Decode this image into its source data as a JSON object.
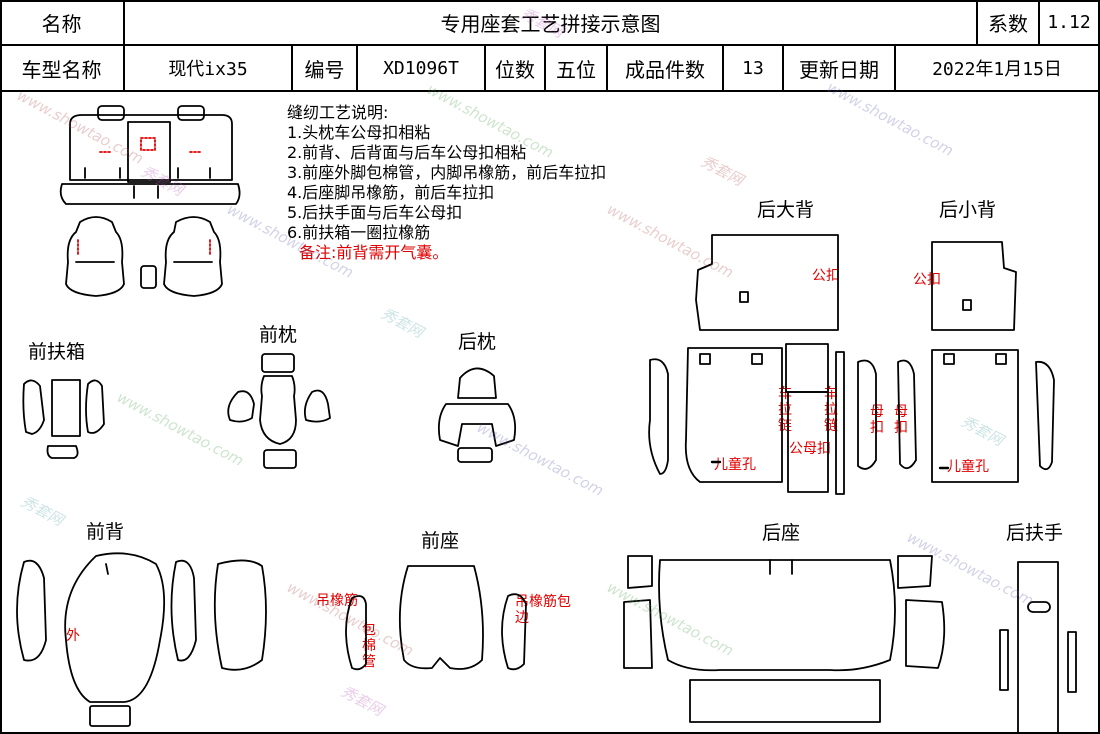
{
  "header": {
    "name_label": "名称",
    "title": "专用座套工艺拼接示意图",
    "coef_label": "系数",
    "coef_value": "1.12",
    "model_label": "车型名称",
    "model_value": "现代ix35",
    "code_label": "编号",
    "code_value": "XD1096T",
    "seats_label": "位数",
    "seats_value": "五位",
    "pieces_label": "成品件数",
    "pieces_value": "13",
    "date_label": "更新日期",
    "date_value": "2022年1月15日"
  },
  "notes": {
    "heading": "缝纫工艺说明:",
    "lines": [
      "1.头枕车公母扣相粘",
      "2.前背、后背面与后车公母扣相粘",
      "3.前座外脚包棉管，内脚吊橡筋，前后车拉扣",
      "4.后座脚吊橡筋，前后车拉扣",
      "5.后扶手面与后车公母扣",
      "6.前扶箱一圈拉橡筋"
    ],
    "remark": "备注:前背需开气囊。"
  },
  "sections": {
    "front_armbox": "前扶箱",
    "front_headrest": "前枕",
    "rear_headrest": "后枕",
    "rear_big_back": "后大背",
    "rear_small_back": "后小背",
    "front_back": "前背",
    "front_seat": "前座",
    "rear_seat": "后座",
    "rear_armrest": "后扶手"
  },
  "annotations": {
    "male_buckle": "公扣",
    "zipper": "车拉链",
    "male_female_buckle": "公母扣",
    "female_buckle": "母扣",
    "child_hole": "儿童孔",
    "outer": "外",
    "hang_elastic": "吊橡筋",
    "wrap_cotton_tube": "包棉管",
    "hang_elastic_edge": "吊橡筋包边"
  },
  "watermark": {
    "text_cn": "秀套网",
    "text_url": "www.showtao.com"
  }
}
